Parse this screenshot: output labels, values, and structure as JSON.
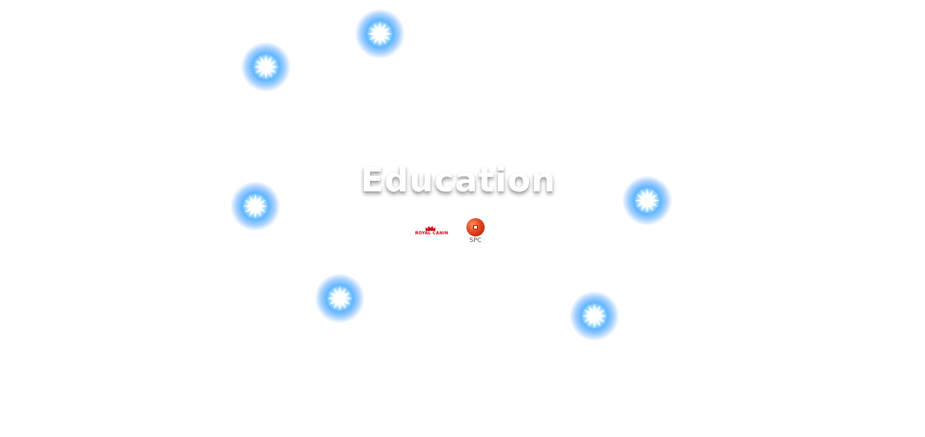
{
  "page": {
    "title": "Education",
    "logos": [
      {
        "name": "royal-canin",
        "text": "ROYAL CANIN",
        "color": "#d0021b"
      },
      {
        "name": "spc",
        "text": "SPC",
        "color": "#e0401a"
      }
    ]
  }
}
